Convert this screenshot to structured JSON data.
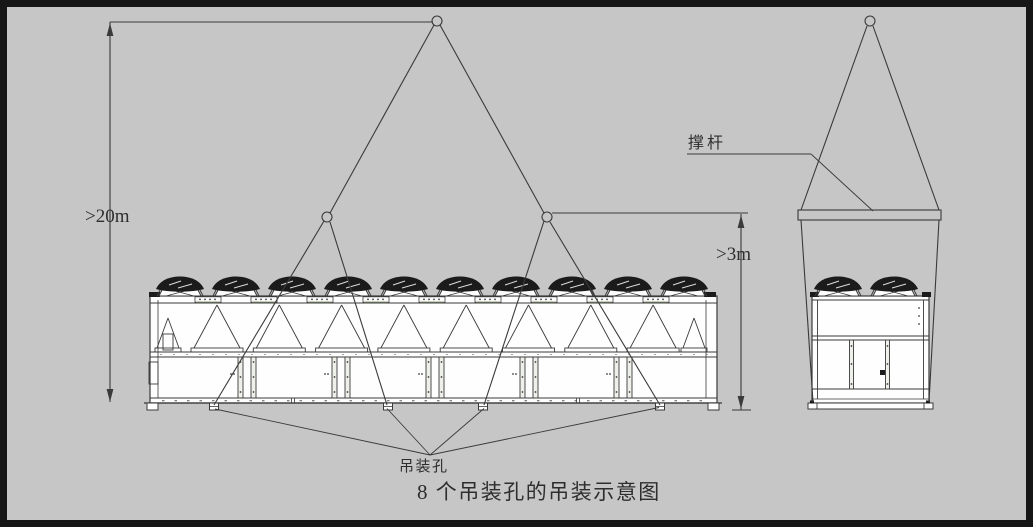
{
  "colors": {
    "background": "#c6c6c6",
    "line": "#3a3a3a",
    "border": "#161616",
    "white": "#fefefe",
    "dark": "#1b1b1b",
    "green_tint": "#93a184"
  },
  "annotations": {
    "crane_clearance": ">20m",
    "sling_clearance": ">3m",
    "spreader_bar": "撑杆",
    "lifting_hole": "吊装孔",
    "caption": "8 个吊装孔的吊装示意图"
  }
}
